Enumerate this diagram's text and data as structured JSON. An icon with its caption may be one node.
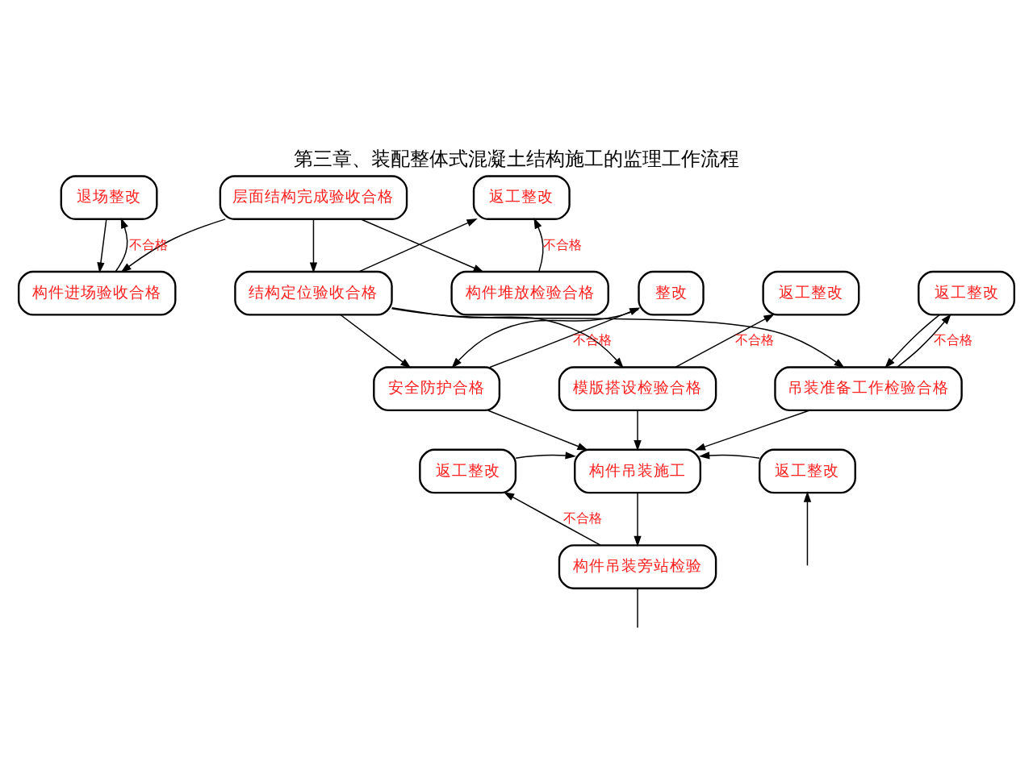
{
  "diagram": {
    "title": "第三章、装配整体式混凝土结构施工的监理工作流程",
    "nodes": [
      {
        "text": [
          "层面结构完成验收合格"
        ]
      },
      {
        "text": [
          "退场整改"
        ]
      },
      {
        "text": [
          "返工整改"
        ]
      },
      {
        "text": [
          "构件进场验收合格"
        ]
      },
      {
        "text": [
          "结构定位验收合格"
        ]
      },
      {
        "text": [
          "构件堆放检验合格"
        ]
      },
      {
        "text": [
          "整改"
        ]
      },
      {
        "text": [
          "返工整改"
        ]
      },
      {
        "text": [
          "返工整改"
        ]
      },
      {
        "text": [
          "安全防护合格"
        ]
      },
      {
        "text": [
          "模版搭设检验合格"
        ]
      },
      {
        "text": [
          "吊装准备工作检验合格"
        ]
      },
      {
        "text": [
          "返工整改"
        ]
      },
      {
        "text": [
          "构件吊装施工"
        ]
      },
      {
        "text": [
          "返工整改"
        ]
      },
      {
        "text": [
          "构件吊装旁站检验"
        ]
      }
    ],
    "edges": [
      {
        "from": 0,
        "to": 3,
        "arrow": "to"
      },
      {
        "from": 0,
        "to": 4,
        "arrow": "to"
      },
      {
        "from": 0,
        "to": 5,
        "arrow": "to"
      },
      {
        "from": 1,
        "to": 3,
        "arrow": "to"
      },
      {
        "from": 3,
        "to": 1,
        "arrow": "to",
        "label": "不合格"
      },
      {
        "from": 5,
        "to": 2,
        "arrow": "to",
        "label": "不合格"
      },
      {
        "from": 4,
        "to": 2,
        "arrow": "to"
      },
      {
        "from": 4,
        "to": 9,
        "arrow": "to"
      },
      {
        "from": 4,
        "to": 10,
        "arrow": "to"
      },
      {
        "from": 4,
        "to": 11,
        "arrow": "to"
      },
      {
        "from": 6,
        "to": 9,
        "arrow": "to"
      },
      {
        "from": 9,
        "to": 6,
        "arrow": "to",
        "label": "不合格"
      },
      {
        "from": 10,
        "to": 7,
        "arrow": "to",
        "label": "不合格"
      },
      {
        "from": 8,
        "to": 11,
        "arrow": "to"
      },
      {
        "from": 11,
        "to": 8,
        "arrow": "to",
        "label": "不合格"
      },
      {
        "from": 9,
        "to": 13,
        "arrow": "to"
      },
      {
        "from": 10,
        "to": 13,
        "arrow": "to"
      },
      {
        "from": 11,
        "to": 13,
        "arrow": "to"
      },
      {
        "from": 12,
        "to": 13,
        "arrow": "to"
      },
      {
        "from": 14,
        "to": 13,
        "arrow": "to"
      },
      {
        "from": 13,
        "to": 15,
        "arrow": "to"
      },
      {
        "from": 15,
        "to": 12,
        "arrow": "to",
        "label": "不合格"
      },
      {
        "from": 15,
        "to": null,
        "arrow": "none"
      },
      {
        "from": null,
        "to": 14,
        "arrow": "to"
      }
    ]
  }
}
